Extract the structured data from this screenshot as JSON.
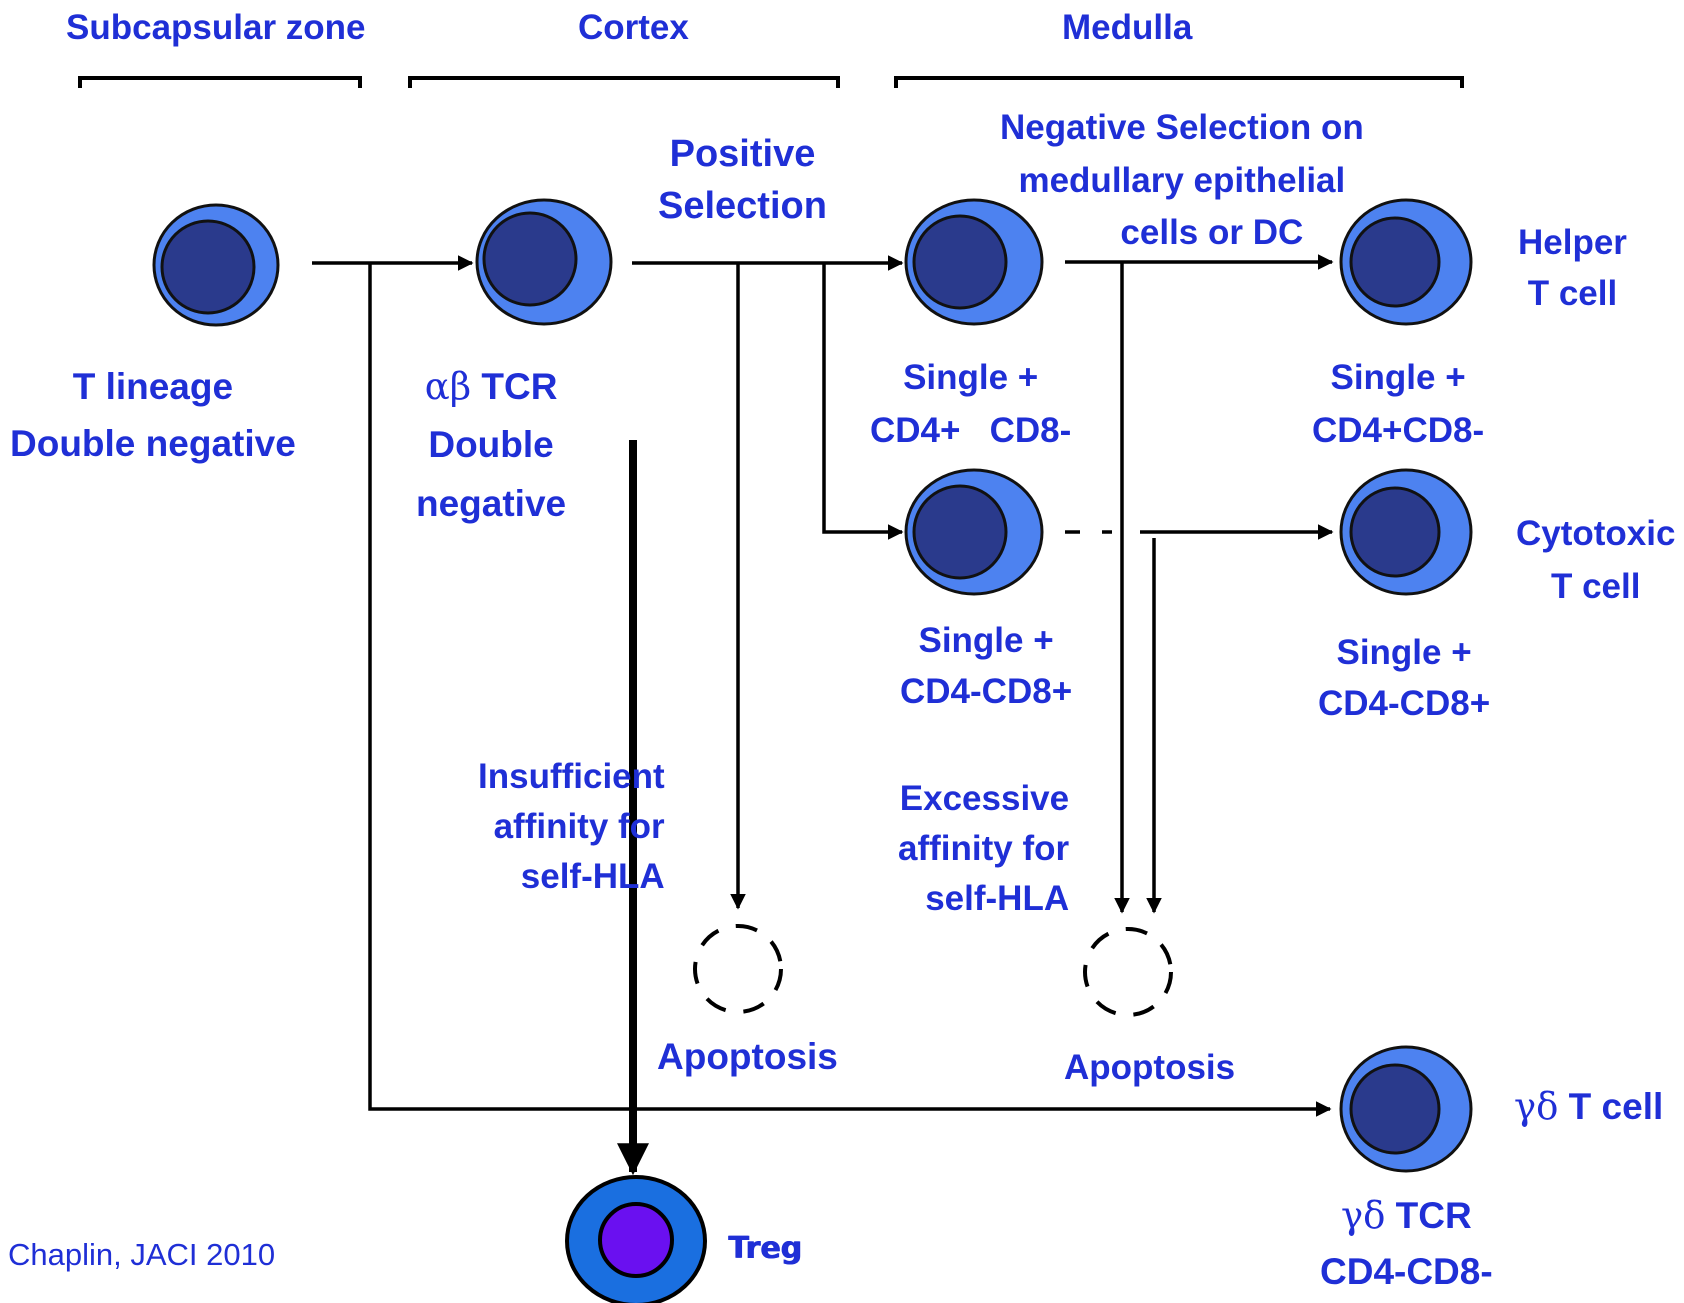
{
  "zones": {
    "subcapsular": "Subcapsular zone",
    "cortex": "Cortex",
    "medulla": "Medulla"
  },
  "steps": {
    "positive_selection": [
      "Positive",
      "Selection"
    ],
    "negative_selection": [
      "Negative Selection on",
      "medullary epithelial",
      "cells or DC"
    ]
  },
  "cells": {
    "t_lineage": [
      "T lineage",
      "Double negative"
    ],
    "ab_tcr": {
      "greek": "αβ",
      "lines": [
        "TCR",
        "Double",
        "negative"
      ]
    },
    "single_cd4_a": [
      "Single +",
      "CD4+   CD8-"
    ],
    "single_cd8_a": [
      "Single +",
      "CD4-CD8+"
    ],
    "single_cd4_b": [
      "Single +",
      "CD4+CD8-"
    ],
    "single_cd8_b": [
      "Single +",
      "CD4-CD8+"
    ],
    "gd_tcr": {
      "greek": "γδ",
      "lines": [
        "TCR",
        "CD4-CD8-"
      ]
    }
  },
  "outcomes": {
    "helper": [
      "Helper",
      "T cell"
    ],
    "cytotoxic": [
      "Cytotoxic",
      "T cell"
    ],
    "gd_t_cell": {
      "greek": "γδ",
      "text": "T cell"
    },
    "treg": "Treg",
    "apoptosis_1": "Apoptosis",
    "apoptosis_2": "Apoptosis"
  },
  "notes": {
    "insufficient": [
      "Insufficient",
      "affinity for",
      "self-HLA"
    ],
    "excessive": [
      "Excessive",
      "affinity for",
      "self-HLA"
    ]
  },
  "citation": "Chaplin, JACI 2010",
  "colors": {
    "label": "#1f2fd6",
    "cell_outer": "#4d82f0",
    "cell_nucleus": "#2a3a8c",
    "treg_outer": "#1a6fe0",
    "treg_nucleus": "#6a10f0",
    "line": "#000000"
  }
}
